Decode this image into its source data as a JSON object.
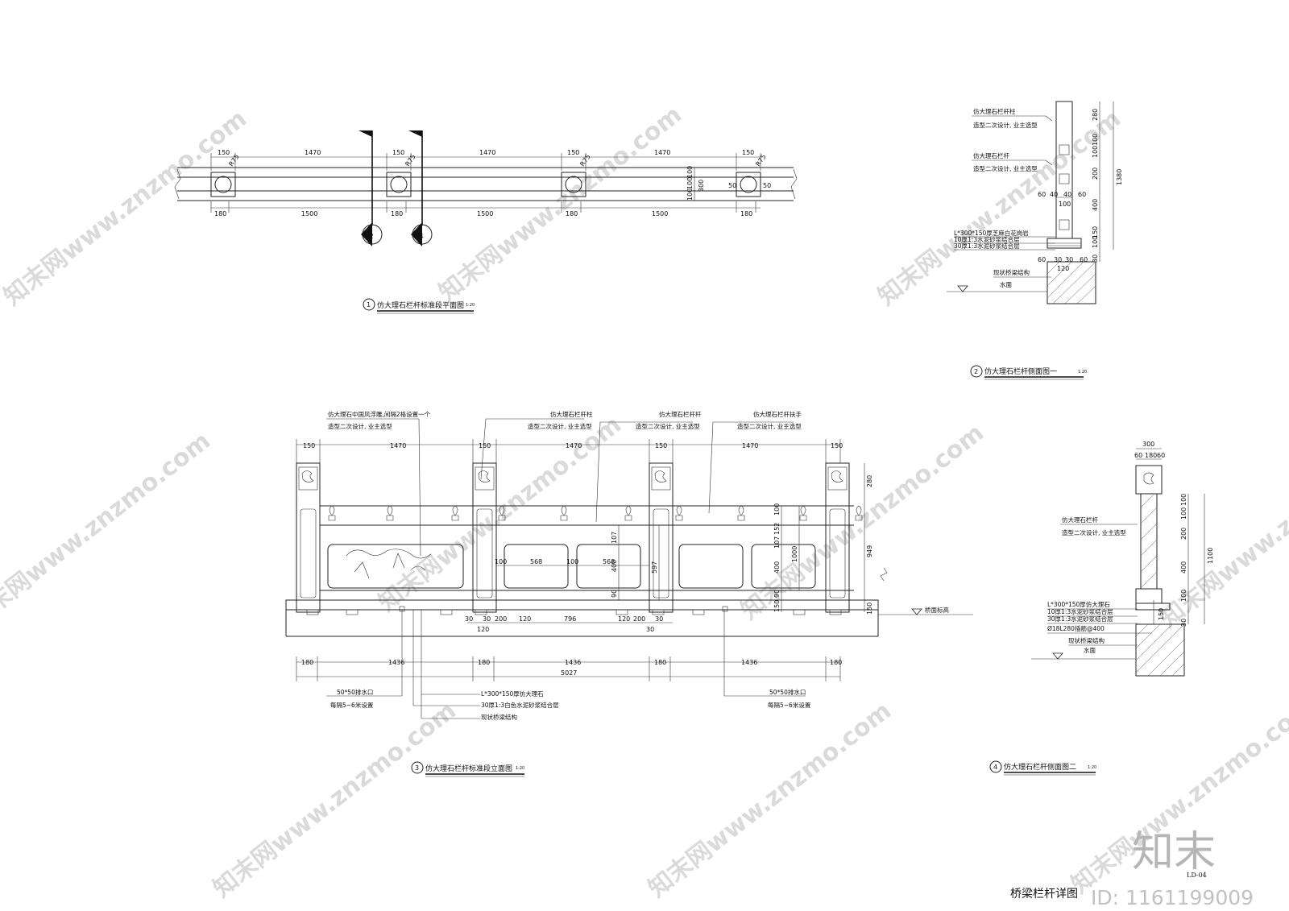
{
  "sheet": {
    "title": "桥梁栏杆详图",
    "code": "LD-04"
  },
  "watermark": {
    "text": "知末网www.znzmo.com",
    "logo": "知末",
    "id": "ID: 1161199009"
  },
  "plan": {
    "title_num": "1",
    "title": "仿大理石栏杆标准段平面图",
    "scale": "1:20",
    "top_dims": [
      "150",
      "1470",
      "150",
      "1470",
      "150",
      "1470",
      "150"
    ],
    "bottom_dims": [
      "180",
      "1500",
      "180",
      "1500",
      "180",
      "1500",
      "180"
    ],
    "radius": "R75",
    "side_dims": [
      "100",
      "100",
      "100",
      "300"
    ],
    "end_dims": [
      "50",
      "50"
    ],
    "section_marks": [
      "2",
      "4"
    ]
  },
  "elevation": {
    "title_num": "3",
    "title": "仿大理石栏杆标准段立面图",
    "scale": "1:20",
    "callouts": [
      {
        "l1": "仿大理石中国风浮雕,间隔2格设置一个",
        "l2": "造型二次设计, 业主选型"
      },
      {
        "l1": "仿大理石栏杆柱",
        "l2": "造型二次设计, 业主选型"
      },
      {
        "l1": "仿大理石栏杆杆",
        "l2": "造型二次设计, 业主选型"
      },
      {
        "l1": "仿大理石栏杆扶手",
        "l2": "造型二次设计, 业主选型"
      }
    ],
    "top_dims": [
      "150",
      "1470",
      "150",
      "1470",
      "150",
      "1470",
      "150"
    ],
    "bottom_dims": [
      "180",
      "1436",
      "180",
      "1436",
      "180",
      "1436",
      "180"
    ],
    "total": "5027",
    "right_dims": [
      "280",
      "949",
      "150"
    ],
    "inner_right_dims": [
      "100",
      "152",
      "107",
      "1000",
      "400",
      "90",
      "150"
    ],
    "panel_dims": {
      "w1": "568",
      "w2": "568",
      "h1": "107",
      "h2": "400",
      "h3": "90",
      "h4": "597",
      "h5": "100",
      "h6": "100"
    },
    "lower_dims": [
      "30",
      "30",
      "200",
      "120",
      "796",
      "120",
      "200",
      "30",
      "120",
      "30"
    ],
    "deck_label": "桥面标高",
    "bottom_left_notes": [
      "50*50排水口",
      "每隔5~6米设置"
    ],
    "bottom_center_notes": [
      "L*300*150厚仿大理石",
      "30厚1:3白色水泥砂浆结合层",
      "现状桥梁结构"
    ],
    "bottom_right_notes": [
      "50*50排水口",
      "每隔5~6米设置"
    ]
  },
  "section1": {
    "title_num": "2",
    "title": "仿大理石栏杆侧面图一",
    "scale": "1:20",
    "notes": [
      {
        "l1": "仿大理石栏杆柱",
        "l2": "造型二次设计, 业主选型"
      },
      {
        "l1": "仿大理石栏杆",
        "l2": "造型二次设计, 业主选型"
      }
    ],
    "layers": [
      "L*300*150厚芝麻白花岗岩",
      "10厚1:3水泥砂浆结合层",
      "30厚1:3水泥砂浆结合层"
    ],
    "bridge": "现状桥梁结构",
    "water": "水面",
    "h_dims_top": [
      "60",
      "40",
      "40",
      "60",
      "100"
    ],
    "h_dims_bottom": [
      "60",
      "30",
      "30",
      "60",
      "120"
    ],
    "v_dims": [
      "280",
      "100",
      "100",
      "200",
      "400",
      "150",
      "100",
      "30"
    ],
    "total": "1380"
  },
  "section2": {
    "title_num": "4",
    "title": "仿大理石栏杆侧面图二",
    "scale": "1:20",
    "top_dims": [
      "300",
      "60",
      "180",
      "60"
    ],
    "notes": [
      {
        "l1": "仿大理石栏杆",
        "l2": "造型二次设计, 业主选型"
      }
    ],
    "layers": [
      "L*300*150厚仿大理石",
      "10厚1:3水泥砂浆结合层",
      "30厚1:3水泥砂浆结合层",
      "Ø18L280插筋@400"
    ],
    "bridge": "现状桥梁结构",
    "water": "水面",
    "v_dims": [
      "100",
      "100",
      "200",
      "400",
      "100",
      "150",
      "30"
    ],
    "total": "1100"
  }
}
